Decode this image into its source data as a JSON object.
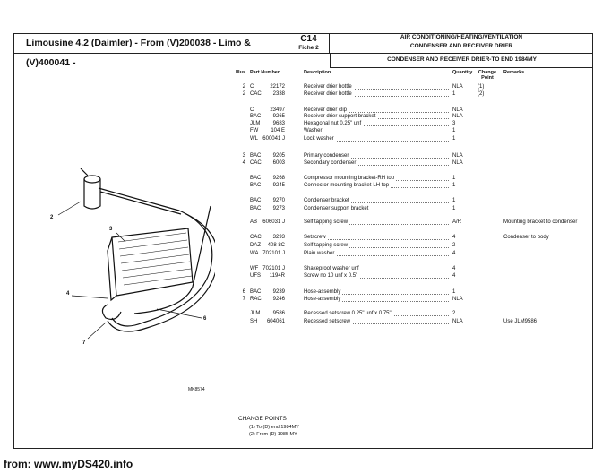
{
  "header": {
    "model": "Limousine 4.2 (Daimler) - From (V)200038 - Limo & (V)400041 -",
    "code": "C14",
    "fiche": "Fiche 2",
    "group": "AIR CONDITIONING/HEATING/VENTILATION",
    "section": "CONDENSER AND RECEIVER DRIER",
    "subsection": "CONDENSER AND RECEIVER DRIER-TO END 1984MY"
  },
  "columns": {
    "illus": "Illus",
    "part_number": "Part Number",
    "description": "Description",
    "quantity": "Quantity",
    "change_point": "Change Point",
    "remarks": "Remarks"
  },
  "rows": [
    {
      "illus": "2",
      "prefix": "C",
      "number": "22172",
      "description": "Receiver drier bottle",
      "qty": "NLA",
      "change": "(1)",
      "remarks": ""
    },
    {
      "illus": "2",
      "prefix": "CAC",
      "number": "2338",
      "description": "Receiver drier bottle",
      "qty": "1",
      "change": "(2)",
      "remarks": ""
    },
    {
      "illus": "",
      "prefix": "C",
      "number": "23497",
      "description": "Receiver drier clip",
      "qty": "NLA",
      "change": "",
      "remarks": ""
    },
    {
      "illus": "",
      "prefix": "BAC",
      "number": "9265",
      "description": "Receiver drier support bracket",
      "qty": "NLA",
      "change": "",
      "remarks": ""
    },
    {
      "illus": "",
      "prefix": "JLM",
      "number": "9683",
      "description": "Hexagonal nut 0.25\" unf",
      "qty": "3",
      "change": "",
      "remarks": ""
    },
    {
      "illus": "",
      "prefix": "FW",
      "number": "104 E",
      "description": "Washer",
      "qty": "1",
      "change": "",
      "remarks": ""
    },
    {
      "illus": "",
      "prefix": "WL",
      "number": "600041 J",
      "description": "Lock washer",
      "qty": "1",
      "change": "",
      "remarks": ""
    },
    {
      "illus": "3",
      "prefix": "BAC",
      "number": "9205",
      "description": "Primary condenser",
      "qty": "NLA",
      "change": "",
      "remarks": ""
    },
    {
      "illus": "4",
      "prefix": "CAC",
      "number": "6003",
      "description": "Secondary condenser",
      "qty": "NLA",
      "change": "",
      "remarks": ""
    },
    {
      "illus": "",
      "prefix": "BAC",
      "number": "9268",
      "description": "Compressor mounting bracket-RH top",
      "qty": "1",
      "change": "",
      "remarks": ""
    },
    {
      "illus": "",
      "prefix": "BAC",
      "number": "9245",
      "description": "Connector mounting bracket-LH top",
      "qty": "1",
      "change": "",
      "remarks": ""
    },
    {
      "illus": "",
      "prefix": "BAC",
      "number": "9270",
      "description": "Condenser bracket",
      "qty": "1",
      "change": "",
      "remarks": ""
    },
    {
      "illus": "",
      "prefix": "BAC",
      "number": "9273",
      "description": "Condenser support bracket",
      "qty": "1",
      "change": "",
      "remarks": ""
    },
    {
      "illus": "",
      "prefix": "AB",
      "number": "606031 J",
      "description": "Self tapping screw",
      "qty": "A/R",
      "change": "",
      "remarks": "Mounting bracket to condenser"
    },
    {
      "illus": "",
      "prefix": "CAC",
      "number": "3293",
      "description": "Setscrew",
      "qty": "4",
      "change": "",
      "remarks": "Condenser to body"
    },
    {
      "illus": "",
      "prefix": "DAZ",
      "number": "408 8C",
      "description": "Self tapping screw",
      "qty": "2",
      "change": "",
      "remarks": ""
    },
    {
      "illus": "",
      "prefix": "WA",
      "number": "702101 J",
      "description": "Plain washer",
      "qty": "4",
      "change": "",
      "remarks": ""
    },
    {
      "illus": "",
      "prefix": "WF",
      "number": "702101 J",
      "description": "Shakeproof washer unf",
      "qty": "4",
      "change": "",
      "remarks": ""
    },
    {
      "illus": "",
      "prefix": "UFS",
      "number": "1194R",
      "description": "Screw no 10 unf x 0.5\"",
      "qty": "4",
      "change": "",
      "remarks": ""
    },
    {
      "illus": "6",
      "prefix": "BAC",
      "number": "9239",
      "description": "Hose-assembly",
      "qty": "1",
      "change": "",
      "remarks": ""
    },
    {
      "illus": "7",
      "prefix": "RAC",
      "number": "9246",
      "description": "Hose-assembly",
      "qty": "NLA",
      "change": "",
      "remarks": ""
    },
    {
      "illus": "",
      "prefix": "JLM",
      "number": "9586",
      "description": "Recessed setscrew 0.25\" unf x 0.75\"",
      "qty": "2",
      "change": "",
      "remarks": ""
    },
    {
      "illus": "",
      "prefix": "SH",
      "number": "604061",
      "description": "Recessed setscrew",
      "qty": "NLA",
      "change": "",
      "remarks": "Use JLM9586"
    }
  ],
  "diagram": {
    "labels": [
      "2",
      "3",
      "4",
      "6",
      "7"
    ],
    "reference": "MK8574"
  },
  "change_points": {
    "title": "CHANGE POINTS",
    "items": [
      "(1) To (D) end 1984MY",
      "(2) From (D) 1985 MY"
    ]
  },
  "footer": "from: www.myDS420.info"
}
